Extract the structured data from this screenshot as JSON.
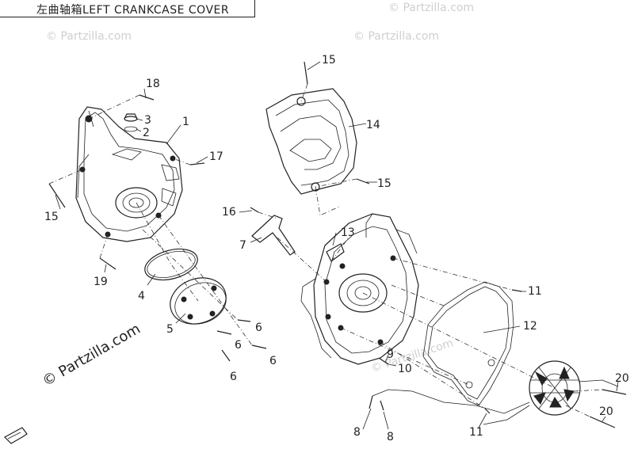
{
  "title": {
    "prefix_glyphs": "左曲轴箱",
    "text": "LEFT CRANKCASE COVER"
  },
  "watermarks": {
    "main": "© Partzilla.com",
    "faint": [
      "© Partzilla.com",
      "© Partzilla.com",
      "© Partzilla.com",
      "© Partzilla.com"
    ]
  },
  "callouts": [
    {
      "id": "c1",
      "label": "1"
    },
    {
      "id": "c2",
      "label": "2"
    },
    {
      "id": "c3",
      "label": "3"
    },
    {
      "id": "c4",
      "label": "4"
    },
    {
      "id": "c5",
      "label": "5"
    },
    {
      "id": "c6a",
      "label": "6"
    },
    {
      "id": "c6b",
      "label": "6"
    },
    {
      "id": "c6c",
      "label": "6"
    },
    {
      "id": "c6d",
      "label": "6"
    },
    {
      "id": "c7",
      "label": "7"
    },
    {
      "id": "c8a",
      "label": "8"
    },
    {
      "id": "c8b",
      "label": "8"
    },
    {
      "id": "c9",
      "label": "9"
    },
    {
      "id": "c10",
      "label": "10"
    },
    {
      "id": "c11a",
      "label": "11"
    },
    {
      "id": "c11b",
      "label": "11"
    },
    {
      "id": "c12",
      "label": "12"
    },
    {
      "id": "c13",
      "label": "13"
    },
    {
      "id": "c14",
      "label": "14"
    },
    {
      "id": "c15a",
      "label": "15"
    },
    {
      "id": "c15b",
      "label": "15"
    },
    {
      "id": "c15c",
      "label": "15"
    },
    {
      "id": "c16",
      "label": "16"
    },
    {
      "id": "c17",
      "label": "17"
    },
    {
      "id": "c18",
      "label": "18"
    },
    {
      "id": "c19",
      "label": "19"
    },
    {
      "id": "c20a",
      "label": "20"
    },
    {
      "id": "c20b",
      "label": "20"
    }
  ],
  "fwd_icon": "fwd-arrow-icon"
}
